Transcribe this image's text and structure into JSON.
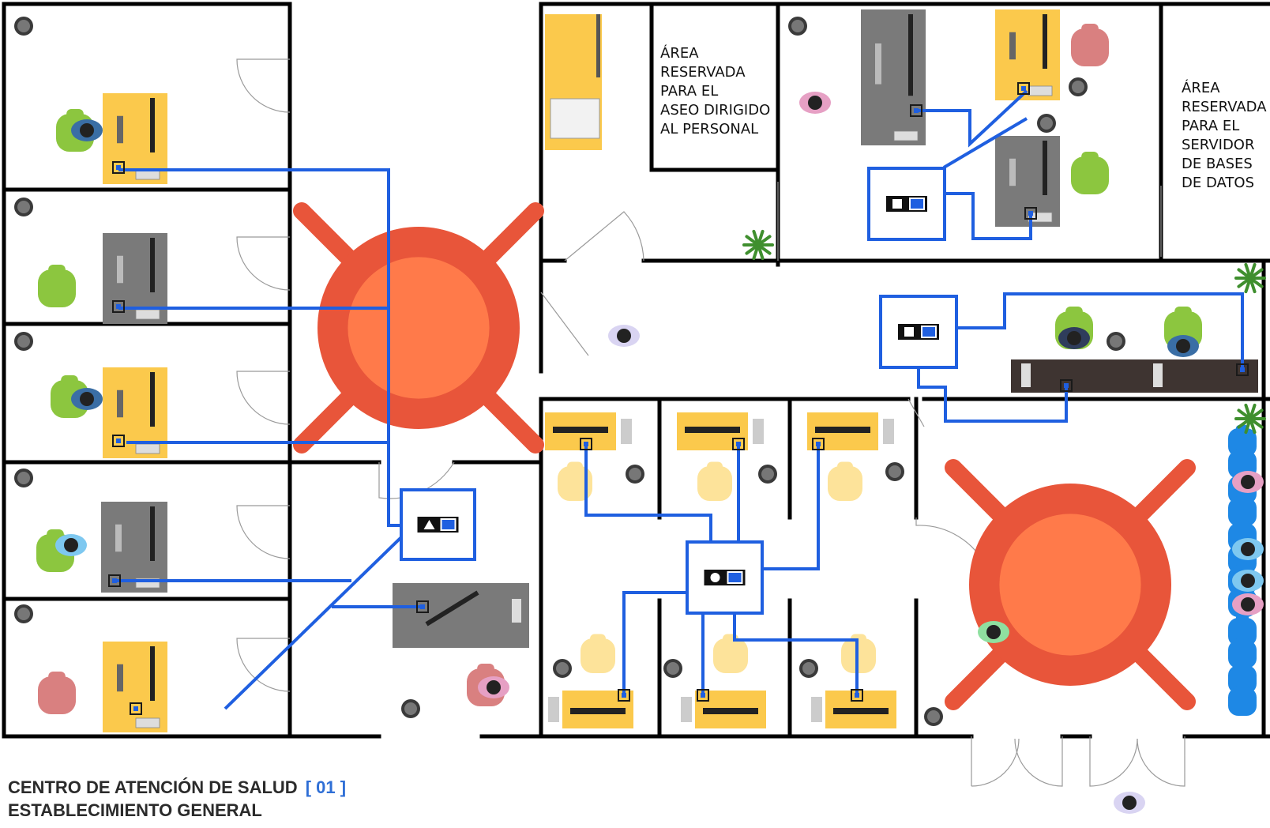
{
  "labels": {
    "cleaning_area": "ÁREA\nRESERVADA\nPARA EL\nASEO DIRIGIDO\nAL PERSONAL",
    "server_area": "ÁREA\nRESERVADA\nPARA EL\nSERVIDOR\nDE BASES\nDE DATOS"
  },
  "title": {
    "line1": "CENTRO DE ATENCIÓN DE SALUD",
    "code": "[ 01 ]",
    "line2": "ESTABLECIMIENTO GENERAL"
  },
  "colors": {
    "network": "#1f5fe0",
    "wall": "#000000",
    "desk_yellow": "#fbc94c",
    "desk_gray": "#7a7a7a",
    "table_outer": "#e8553a",
    "table_inner": "#ff7a4a",
    "chair_green": "#8cc63f",
    "chair_pink": "#d98080",
    "chair_light": "#fde39a",
    "chair_blue": "#1e88e5",
    "reception_counter": "#3e3431"
  },
  "switch_icons": [
    "square-icon",
    "square-icon",
    "triangle-icon",
    "circle-icon"
  ]
}
